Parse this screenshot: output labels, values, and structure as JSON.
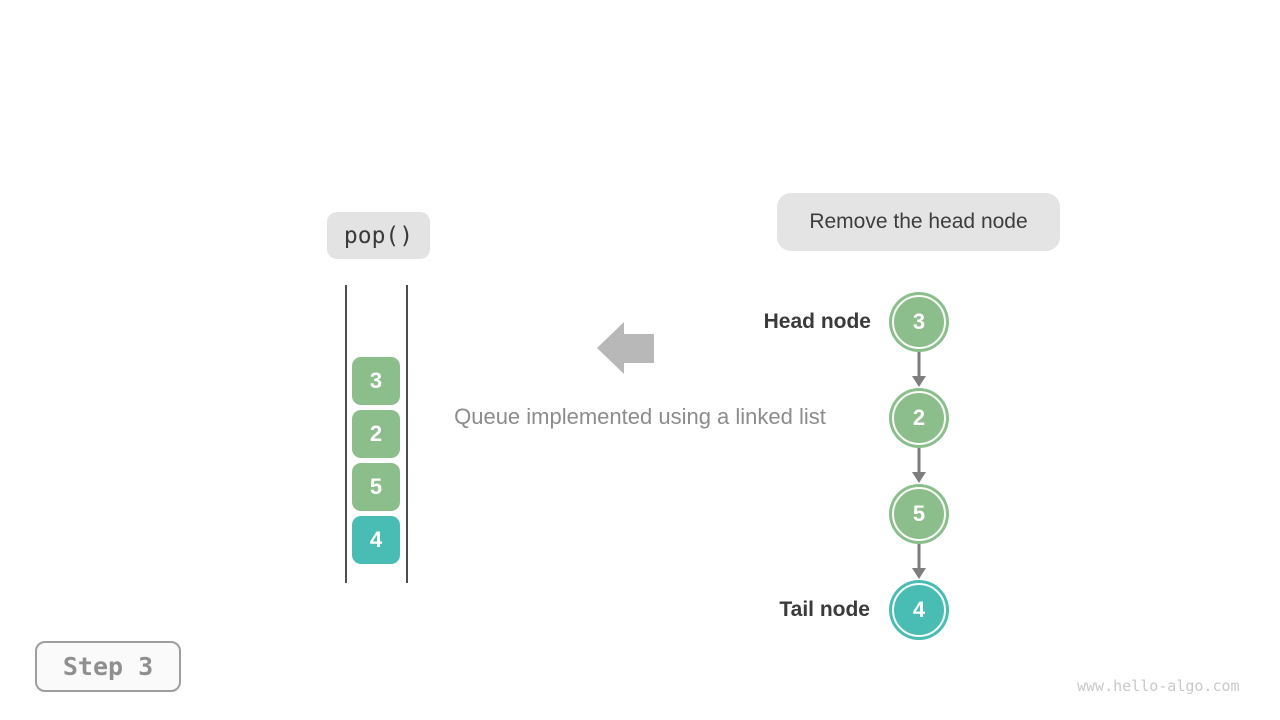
{
  "figure": {
    "operation_label": "pop()",
    "annotation": "Remove the head node",
    "caption": "Queue implemented using a linked list",
    "head_label": "Head node",
    "tail_label": "Tail node",
    "step_label": "Step 3",
    "watermark": "www.hello-algo.com"
  },
  "queue_stack": {
    "items": [
      {
        "value": "3",
        "color": "#8cbe8c"
      },
      {
        "value": "2",
        "color": "#8cbe8c"
      },
      {
        "value": "5",
        "color": "#8cbe8c"
      },
      {
        "value": "4",
        "color": "#49bcb4"
      }
    ]
  },
  "linked_list": {
    "nodes": [
      {
        "value": "3",
        "color": "#8cbe8c"
      },
      {
        "value": "2",
        "color": "#8cbe8c"
      },
      {
        "value": "5",
        "color": "#8cbe8c"
      },
      {
        "value": "4",
        "color": "#49bcb4"
      }
    ]
  },
  "colors": {
    "bubble_bg": "#e4e4e4",
    "chip_bg": "#e3e3e3",
    "node_green": "#8cbe8c",
    "node_teal": "#49bcb4",
    "big_arrow_gray": "#b8b8b8",
    "connector_gray": "#7d7d7d",
    "rail_gray": "#4d4d4d",
    "text_dark": "#3a3a3a",
    "text_gray": "#8c8c8c",
    "step_border": "#9e9e9e",
    "step_text": "#8f8f8f",
    "watermark": "#c9c9c9"
  }
}
